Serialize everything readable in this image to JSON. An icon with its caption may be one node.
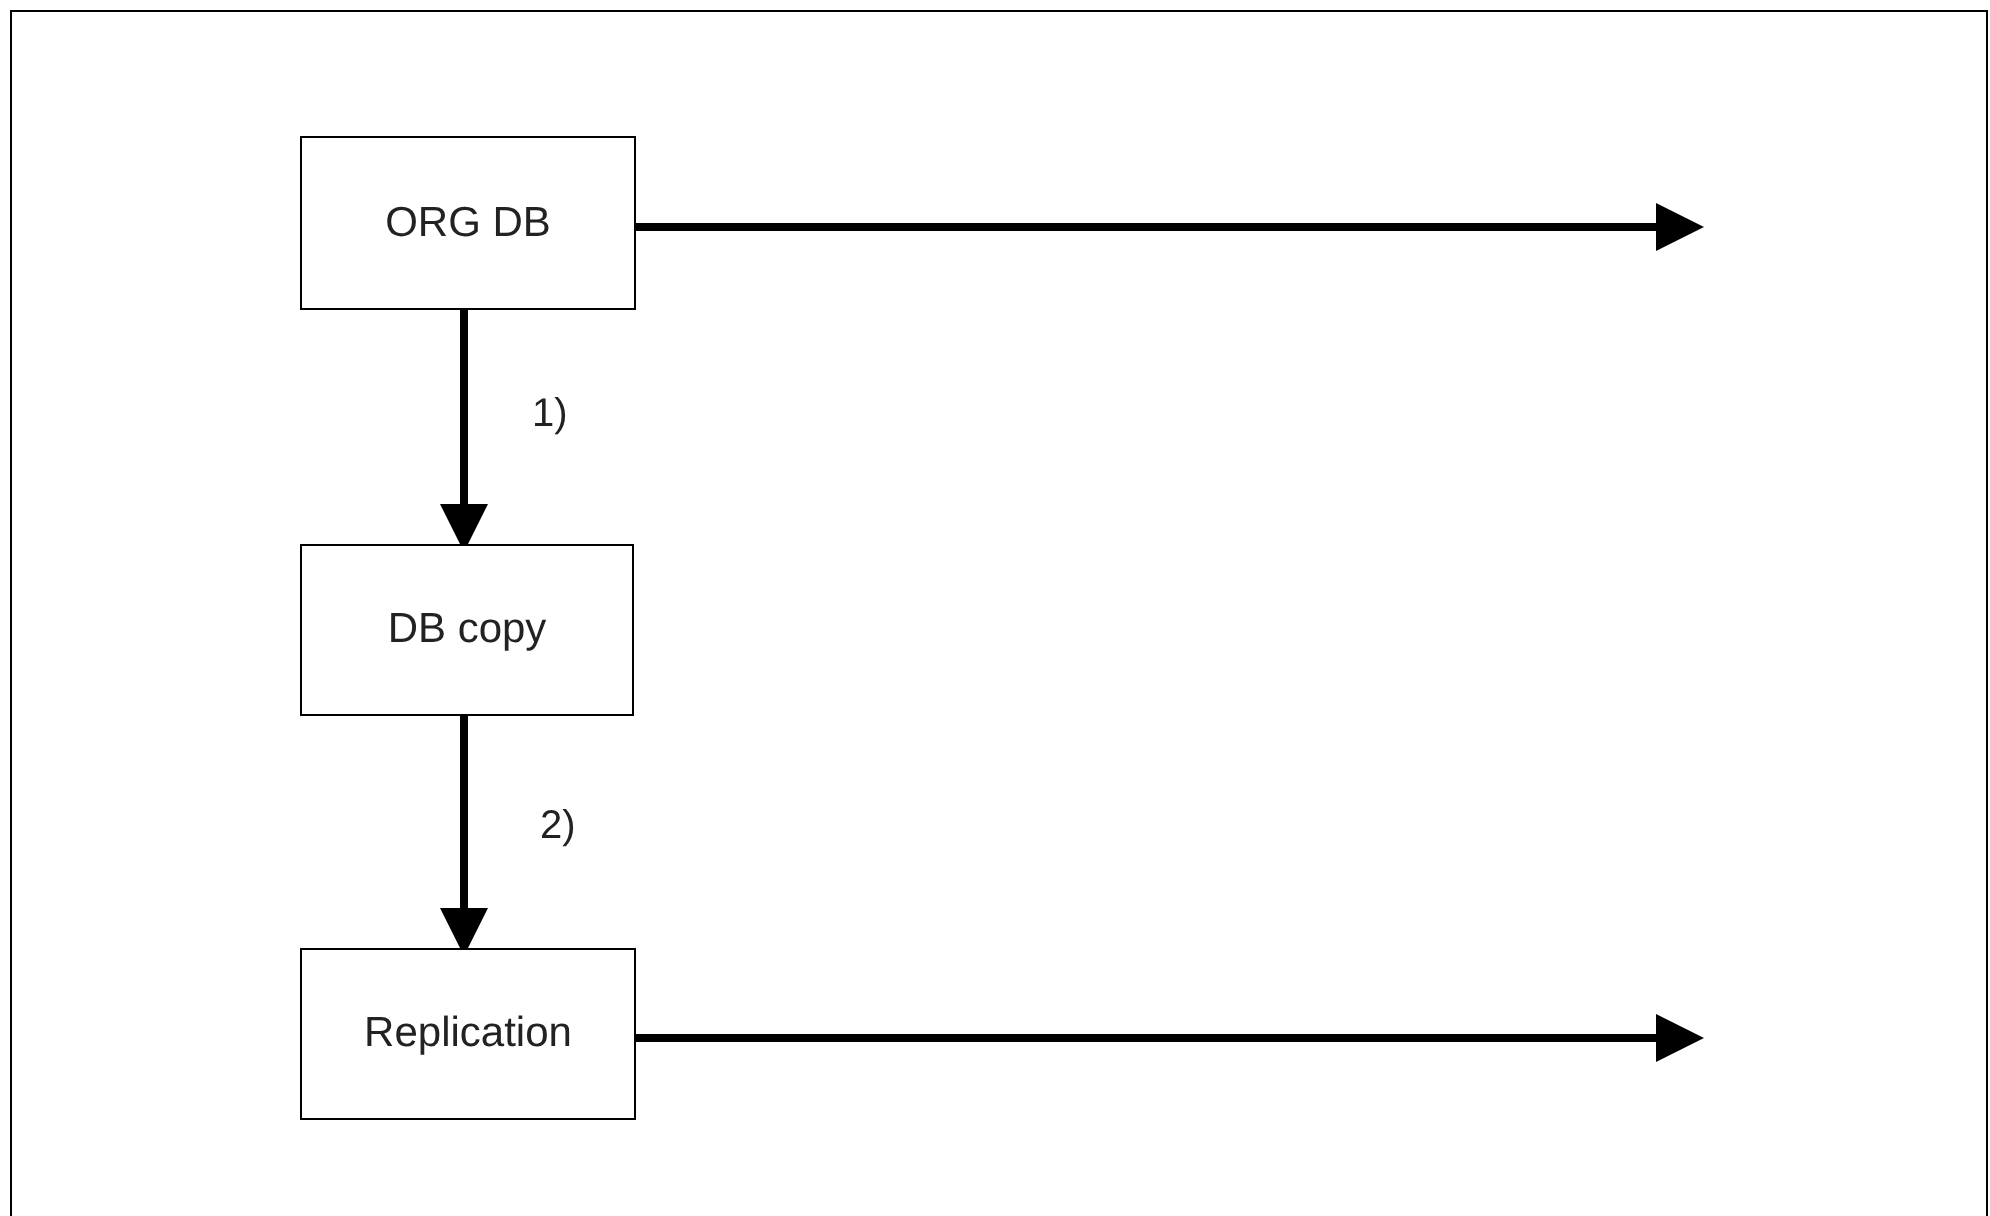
{
  "diagram": {
    "nodes": [
      {
        "text": [
          "ORG DB"
        ]
      },
      {
        "text": [
          "DB copy"
        ]
      },
      {
        "text": [
          "Replication"
        ]
      }
    ],
    "edges": [
      {
        "from": 0,
        "to": 1,
        "arrow": "to",
        "label": "1)"
      },
      {
        "from": 1,
        "to": 2,
        "arrow": "to",
        "label": "2)"
      },
      {
        "from": 0,
        "to": null,
        "arrow": "to"
      },
      {
        "from": 2,
        "to": null,
        "arrow": "to"
      }
    ]
  }
}
